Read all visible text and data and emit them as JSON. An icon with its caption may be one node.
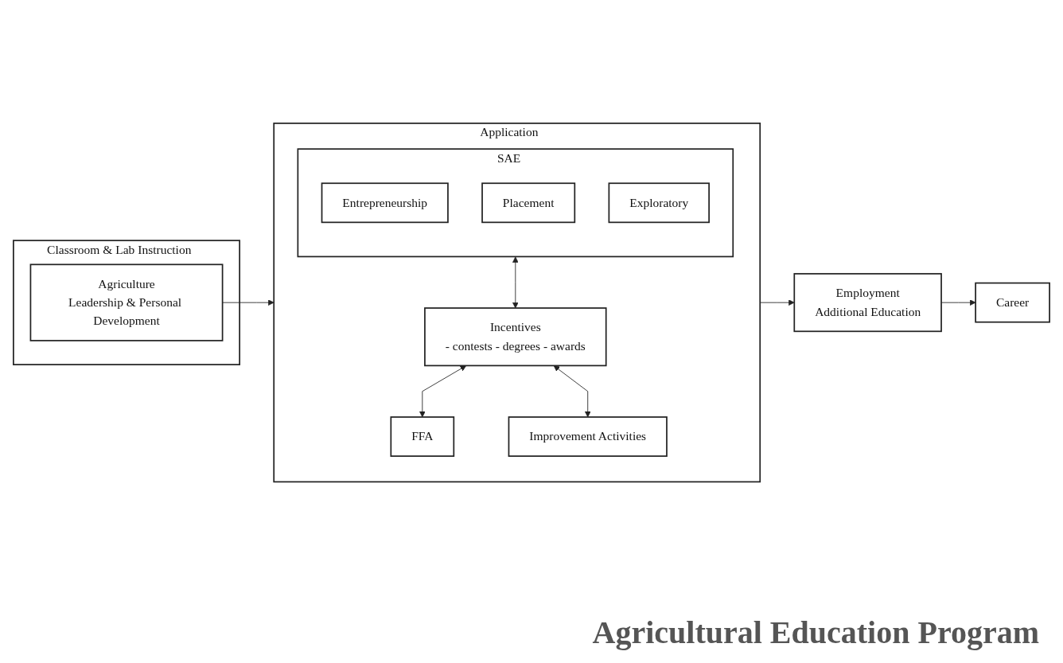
{
  "diagram": {
    "title": "Agricultural Education Program",
    "nodes": [
      {
        "text": [
          "Classroom & Lab Instruction"
        ]
      },
      {
        "text": [
          "Agriculture",
          "Leadership & Personal Development"
        ],
        "in": 0
      },
      {
        "text": [
          "Application"
        ]
      },
      {
        "text": [
          "SAE"
        ],
        "in": 2
      },
      {
        "text": [
          "Entrepreneurship"
        ],
        "in": 3
      },
      {
        "text": [
          "Placement"
        ],
        "in": 3
      },
      {
        "text": [
          "Exploratory"
        ],
        "in": 3
      },
      {
        "text": [
          "Incentives",
          "- contests - degrees - awards"
        ],
        "in": 2
      },
      {
        "text": [
          "FFA"
        ],
        "in": 2
      },
      {
        "text": [
          "Improvement Activities"
        ],
        "in": 2
      },
      {
        "text": [
          "Employment",
          "Additional Education"
        ]
      },
      {
        "text": [
          "Career"
        ]
      }
    ],
    "edges": [
      {
        "from": 1,
        "to": 2,
        "arrow": "to"
      },
      {
        "from": 3,
        "to": 7,
        "arrow": "both"
      },
      {
        "from": 7,
        "to": 8,
        "arrow": "both"
      },
      {
        "from": 7,
        "to": 9,
        "arrow": "both"
      },
      {
        "from": 2,
        "to": 10,
        "arrow": "to"
      },
      {
        "from": 10,
        "to": 11,
        "arrow": "to"
      }
    ]
  }
}
